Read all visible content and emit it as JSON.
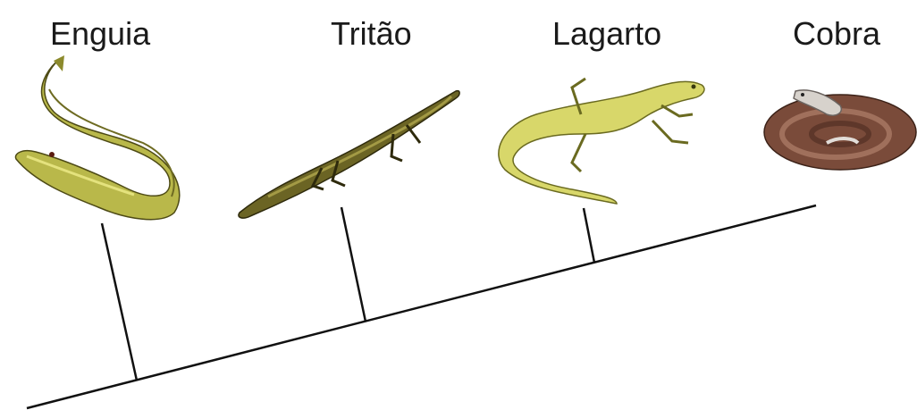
{
  "taxa": [
    {
      "name": "Enguia"
    },
    {
      "name": "Tritão"
    },
    {
      "name": "Lagarto"
    },
    {
      "name": "Cobra"
    }
  ],
  "colors": {
    "line": "#111111",
    "eel": "#b9b84a",
    "newt": "#6b6424",
    "lizard": "#d8d76a",
    "snake": "#7a4b3a"
  },
  "icons": [
    "eel-illustration",
    "newt-illustration",
    "lizard-illustration",
    "snake-illustration"
  ]
}
